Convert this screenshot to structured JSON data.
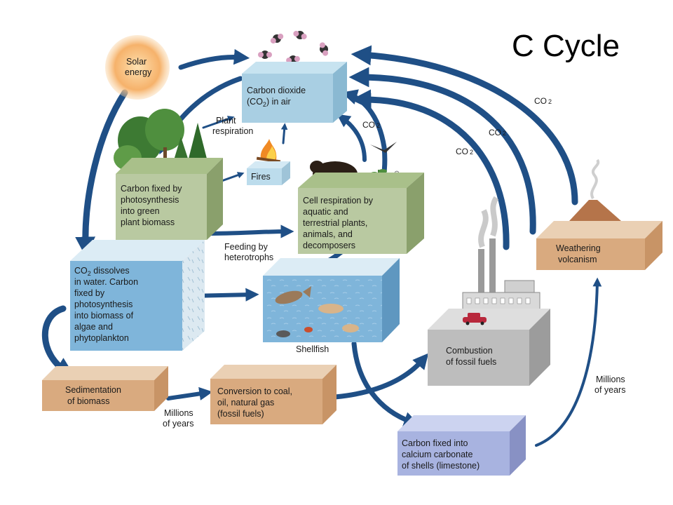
{
  "title": "C Cycle",
  "colors": {
    "arrow": "#1f4f86",
    "air_box": "#a9cfe3",
    "plant_box": "#b9c9a1",
    "water_box": "#7fb5da",
    "sediment_box": "#d9aa7f",
    "factory_box": "#bdbdbd",
    "limestone_box": "#a8b3e0",
    "sun": "#f6b26b"
  },
  "nodes": {
    "sun": [
      "Solar",
      "energy"
    ],
    "air": [
      "Carbon dioxide",
      "(CO",
      "2",
      ") in air"
    ],
    "fires": "Fires",
    "plants": [
      "Carbon fixed by",
      "photosynthesis",
      "into green",
      "plant biomass"
    ],
    "respiration": [
      "Cell respiration by",
      "aquatic and",
      "terrestrial plants,",
      "animals, and",
      "decomposers"
    ],
    "water": [
      "CO",
      "2",
      " dissolves",
      "in water. Carbon",
      "fixed by",
      "photosynthesis",
      "into biomass of",
      "algae and",
      "phytoplankton"
    ],
    "sediment": [
      "Sedimentation",
      "of biomass"
    ],
    "fossil": [
      "Conversion to coal,",
      "oil, natural gas",
      "(fossil fuels)"
    ],
    "combustion": [
      "Combustion",
      "of fossil fuels"
    ],
    "limestone": [
      "Carbon fixed into",
      "calcium carbonate",
      "of shells (limestone)"
    ],
    "weathering": [
      "Weathering",
      "volcanism"
    ]
  },
  "labels": {
    "plant_respiration": [
      "Plant",
      "respiration"
    ],
    "feeding": [
      "Feeding by",
      "heterotrophs"
    ],
    "shellfish": "Shellfish",
    "millions_1": [
      "Millions",
      "of years"
    ],
    "millions_2": [
      "Millions",
      "of years"
    ],
    "co2": "CO",
    "co2_sub": "2"
  }
}
